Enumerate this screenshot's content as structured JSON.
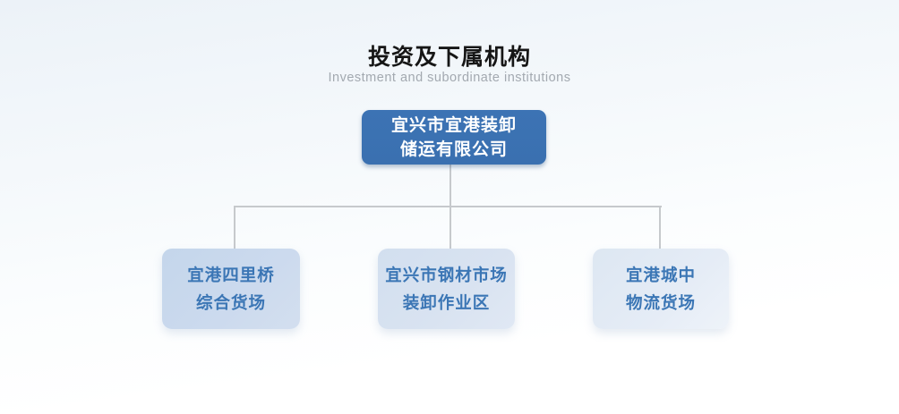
{
  "header": {
    "title": "投资及下属机构",
    "subtitle": "Investment and subordinate institutions"
  },
  "org_chart": {
    "root": {
      "line1": "宜兴市宜港装卸",
      "line2": "储运有限公司"
    },
    "children": [
      {
        "line1": "宜港四里桥",
        "line2": "综合货场"
      },
      {
        "line1": "宜兴市钢材市场",
        "line2": "装卸作业区"
      },
      {
        "line1": "宜港城中",
        "line2": "物流货场"
      }
    ]
  },
  "colors": {
    "root-bg": "#3c73b4",
    "child-text": "#3b76b5",
    "connector": "#c6c9cc",
    "bg-top": "#ecf2f8"
  }
}
